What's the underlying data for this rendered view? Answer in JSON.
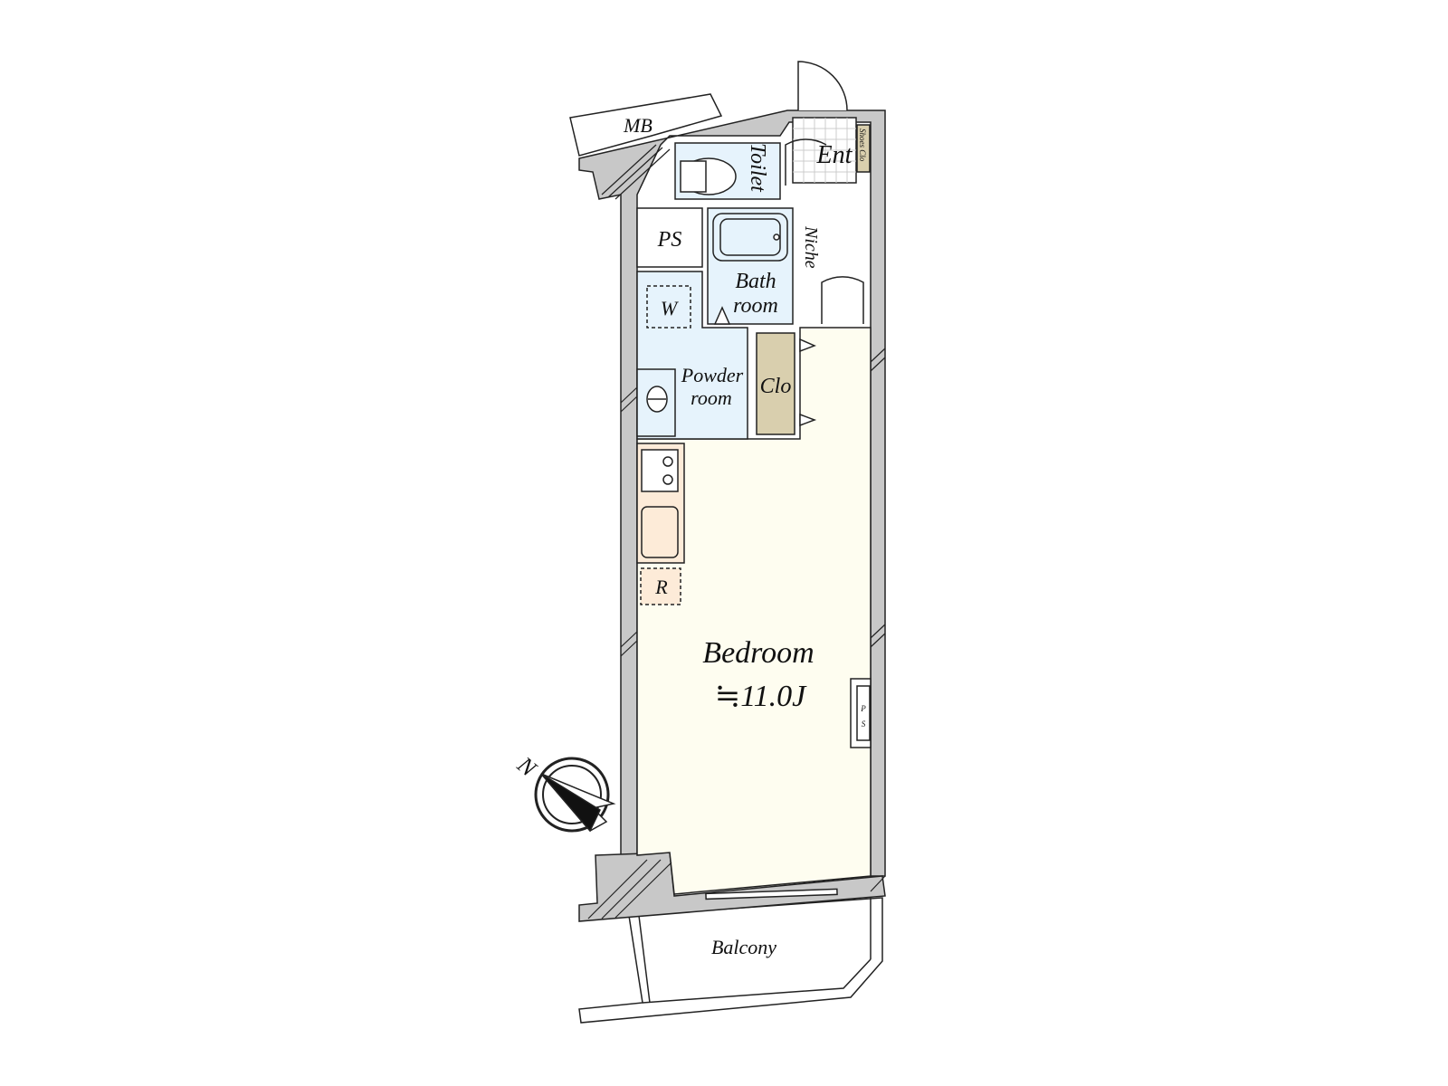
{
  "rooms": {
    "mb": "MB",
    "toilet": "Toilet",
    "entrance": "Ent",
    "shoes_closet": "Shoes Clo",
    "ps_top": "PS",
    "niche": "Niche",
    "bath_line1": "Bath",
    "bath_line2": "room",
    "washer": "W",
    "powder_line1": "Powder",
    "powder_line2": "room",
    "closet": "Clo",
    "refrigerator": "R",
    "bedroom": "Bedroom",
    "bedroom_area": "≒11.0J",
    "ps_p": "P",
    "ps_s": "S",
    "balcony": "Balcony",
    "north": "N"
  },
  "colors": {
    "wall": "#c8c8c8",
    "wet_area": "#e6f3fc",
    "bedroom": "#fefdf0",
    "closet": "#d9cfae",
    "kitchen": "#fdebd8"
  }
}
